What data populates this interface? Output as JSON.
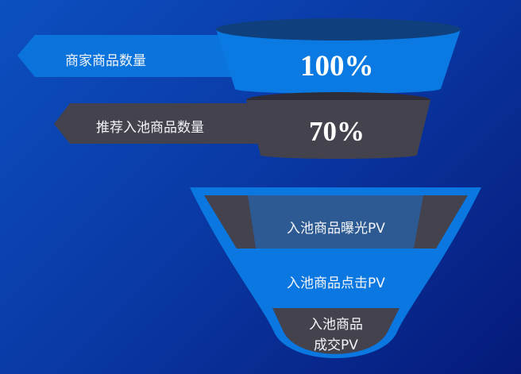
{
  "top_metrics": [
    {
      "label": "商家商品数量",
      "value": "100%"
    },
    {
      "label": "推荐入池商品数量",
      "value": "70%"
    }
  ],
  "funnel_stages": [
    {
      "label": "入池商品曝光PV"
    },
    {
      "label": "入池商品点击PV"
    },
    {
      "label_line1": "入池商品",
      "label_line2": "成交PV"
    }
  ],
  "colors": {
    "background_start": "#0c4fc0",
    "background_end": "#061a7a",
    "accent_blue": "#0a78e0",
    "dark_gray": "#41404b"
  }
}
